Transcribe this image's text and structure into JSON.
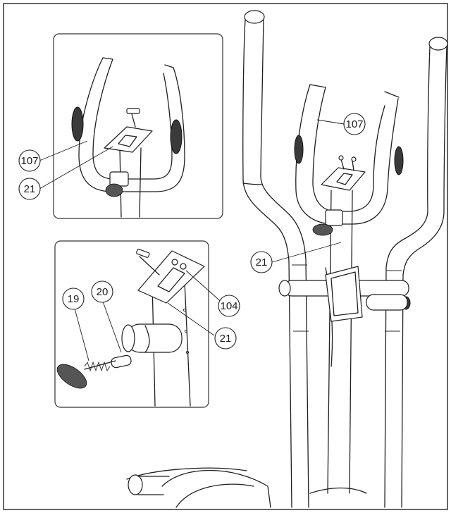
{
  "diagram": {
    "callouts": {
      "detail_a_handlebar": "107",
      "detail_a_bracket": "21",
      "main_handlebar": "107",
      "main_bracket": "21",
      "detail_b_bolt_set": "104",
      "detail_b_bracket": "21",
      "detail_b_knob": "19",
      "detail_b_spacer": "20"
    }
  }
}
